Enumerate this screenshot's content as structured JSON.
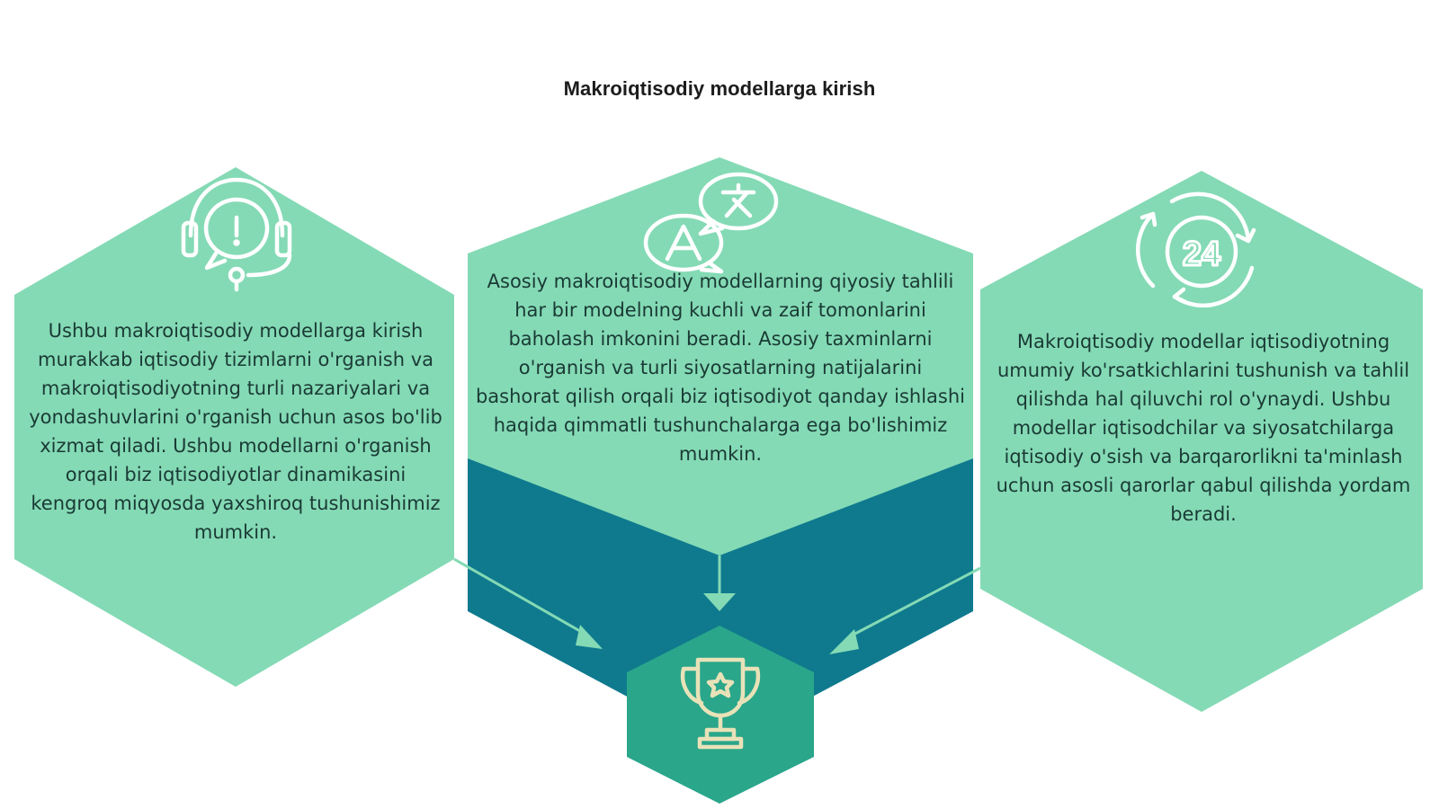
{
  "title": "Makroiqtisodiy modellarga kirish",
  "colors": {
    "hexagon_fill": "#84dab5",
    "dark_teal": "#0f7a8e",
    "bottom_hex": "#2aa68a",
    "line_icon": "#ffffff",
    "trophy_icon": "#e9e2b8"
  },
  "panels": [
    {
      "id": "left",
      "icon": "headset-icon",
      "text": "Ushbu makroiqtisodiy modellarga kirish murakkab iqtisodiy tizimlarni o'rganish va makroiqtisodiyotning turli nazariyalari va yondashuvlarini o'rganish uchun asos bo'lib xizmat qiladi. Ushbu modellarni o'rganish orqali biz iqtisodiyotlar dinamikasini kengroq miqyosda yaxshiroq tushunishimiz mumkin."
    },
    {
      "id": "center",
      "icon": "translate-icon",
      "text": "Asosiy makroiqtisodiy modellarning qiyosiy tahlili har bir modelning kuchli va zaif tomonlarini baholash imkonini beradi. Asosiy taxminlarni o'rganish va turli siyosatlarning natijalarini bashorat qilish orqali biz iqtisodiyot qanday ishlashi haqida qimmatli tushunchalarga ega bo'lishimiz mumkin."
    },
    {
      "id": "right",
      "icon": "clock-24-icon",
      "text": "Makroiqtisodiy modellar iqtisodiyotning umumiy ko'rsatkichlarini tushunish va tahlil qilishda hal qiluvchi rol o'ynaydi. Ushbu modellar iqtisodchilar va siyosatchilarga iqtisodiy o'sish va barqarorlikni ta'minlash uchun asosli qarorlar qabul qilishda yordam beradi."
    }
  ],
  "center_node": {
    "icon": "trophy-icon"
  }
}
